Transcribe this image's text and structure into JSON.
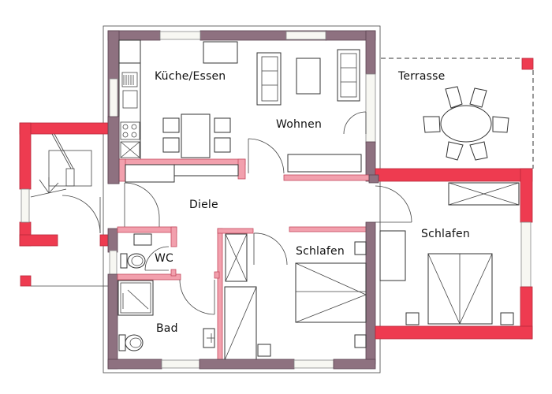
{
  "plan": {
    "title": "",
    "rooms": [
      {
        "id": "kueche-essen",
        "label": "Küche/Essen"
      },
      {
        "id": "wohnen",
        "label": "Wohnen"
      },
      {
        "id": "terrasse",
        "label": "Terrasse"
      },
      {
        "id": "diele",
        "label": "Diele"
      },
      {
        "id": "wc",
        "label": "WC"
      },
      {
        "id": "schlafen-1",
        "label": "Schlafen"
      },
      {
        "id": "schlafen-2",
        "label": "Schlafen"
      },
      {
        "id": "bad",
        "label": "Bad"
      }
    ],
    "colors": {
      "existing_wall": "#8e7180",
      "new_wall": "#ee3b50",
      "inner_wall": "#f2a0ad",
      "background": "#ffffff"
    }
  }
}
